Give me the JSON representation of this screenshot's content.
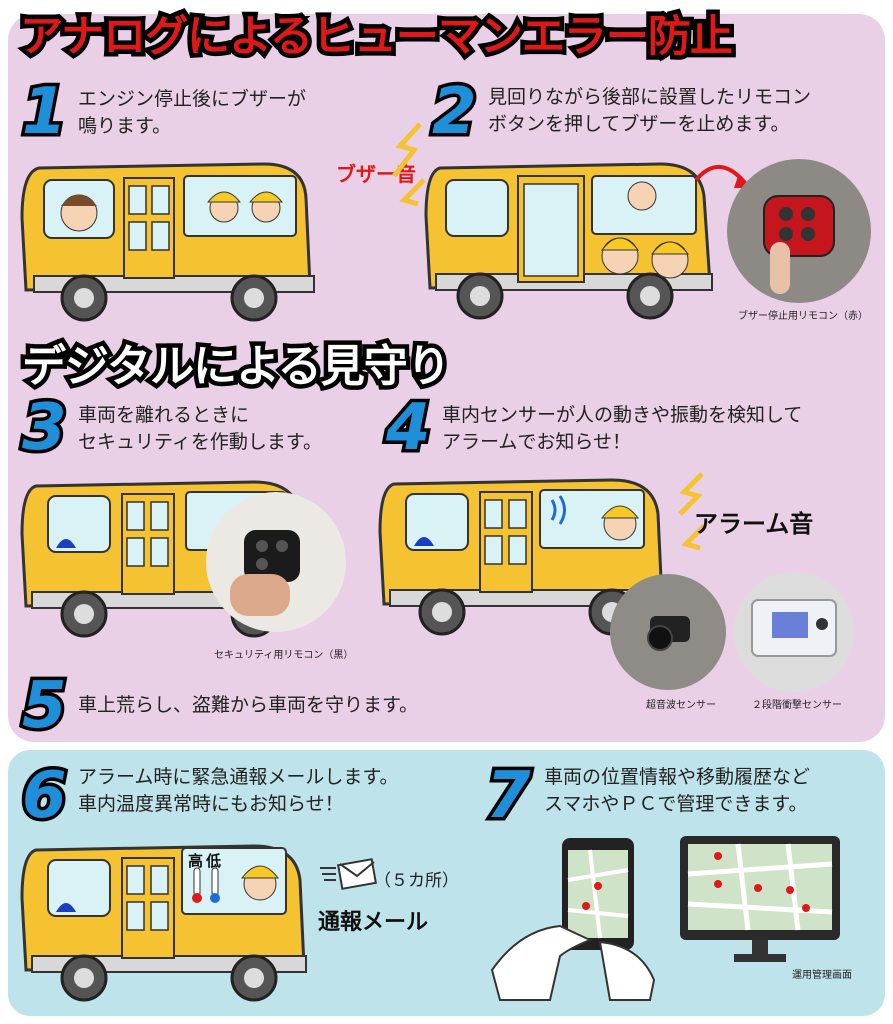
{
  "analog": {
    "title": "アナログによるヒューマンエラー防止",
    "step1": {
      "num": "1",
      "line1": "エンジン停止後にブザーが",
      "line2": "鳴ります。"
    },
    "step2": {
      "num": "2",
      "line1": "見回りながら後部に設置したリモコン",
      "line2": "ボタンを押してブザーを止めます。",
      "sfx": "ブザー音",
      "caption": "ブザー停止用リモコン（赤）"
    }
  },
  "digital": {
    "title": "デジタルによる見守り",
    "step3": {
      "num": "3",
      "line1": "車両を離れるときに",
      "line2": "セキュリティを作動します。",
      "caption": "セキュリティ用リモコン（黒）"
    },
    "step4": {
      "num": "4",
      "line1": "車内センサーが人の動きや振動を検知して",
      "line2": "アラームでお知らせ！",
      "sfx": "アラーム音",
      "caption_sensor1": "超音波センサー",
      "caption_sensor2": "２段階衝撃センサー"
    },
    "step5": {
      "num": "5",
      "text": "車上荒らし、盗難から車両を守ります。"
    }
  },
  "bottom": {
    "step6": {
      "num": "6",
      "line1": "アラーム時に緊急通報メールします。",
      "line2": "車内温度異常時にもお知らせ！",
      "temp_high": "高",
      "temp_low": "低",
      "count": "（５カ所）",
      "mail_title": "通報メール"
    },
    "step7": {
      "num": "7",
      "line1": "車両の位置情報や移動履歴など",
      "line2": "スマホやＰＣで管理できます。",
      "caption": "運用管理画面"
    }
  },
  "colors": {
    "red": "#e01818",
    "blue": "#1e8fd8",
    "bus_yellow": "#f5c232",
    "pink_bg": "#ead0e6",
    "blue_bg": "#bfe3ea"
  }
}
